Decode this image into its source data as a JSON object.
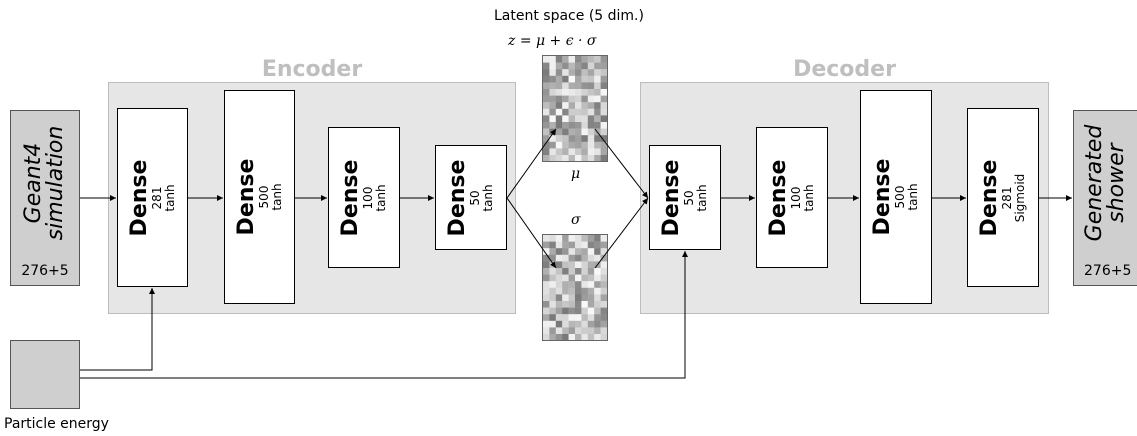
{
  "encoder": {
    "title": "Encoder",
    "layers": [
      {
        "name": "Dense",
        "size": "281",
        "activation": "tanh"
      },
      {
        "name": "Dense",
        "size": "500",
        "activation": "tanh"
      },
      {
        "name": "Dense",
        "size": "100",
        "activation": "tanh"
      },
      {
        "name": "Dense",
        "size": "50",
        "activation": "tanh"
      }
    ]
  },
  "decoder": {
    "title": "Decoder",
    "layers": [
      {
        "name": "Dense",
        "size": "50",
        "activation": "tanh"
      },
      {
        "name": "Dense",
        "size": "100",
        "activation": "tanh"
      },
      {
        "name": "Dense",
        "size": "500",
        "activation": "tanh"
      },
      {
        "name": "Dense",
        "size": "281",
        "activation": "Sigmoid"
      }
    ]
  },
  "latent": {
    "title": "Latent space (5 dim.)",
    "formula": "z = μ + ϵ · σ",
    "mu_label": "μ",
    "sigma_label": "σ"
  },
  "input": {
    "label_line1": "Geant4",
    "label_line2": "simulation",
    "count": "276+5"
  },
  "output": {
    "label_line1": "Generated",
    "label_line2": "shower",
    "count": "276+5"
  },
  "condition": {
    "label": "Particle energy"
  },
  "colors": {
    "panel_bg": "#e6e6e6",
    "panel_title": "#bfbfbf",
    "io_bg": "#cfcfcf"
  }
}
